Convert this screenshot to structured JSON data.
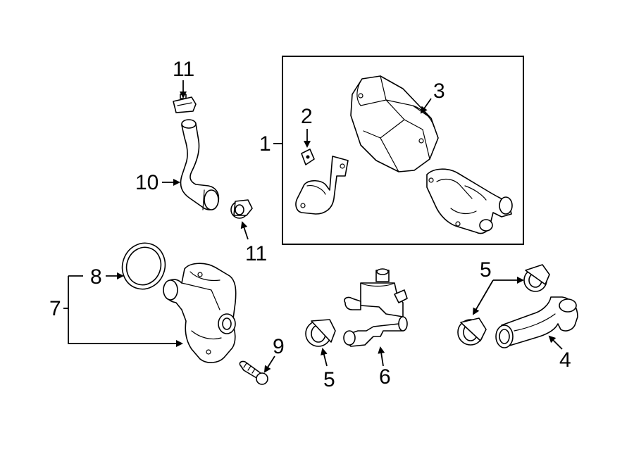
{
  "diagram": {
    "labels": {
      "l1": "1",
      "l2": "2",
      "l3": "3",
      "l4": "4",
      "l5a": "5",
      "l5b": "5",
      "l6": "6",
      "l7": "7",
      "l8": "8",
      "l9": "9",
      "l10": "10",
      "l11a": "11",
      "l11b": "11"
    },
    "parts": [
      "pump-assembly-box",
      "bracket",
      "insulator-sleeve",
      "auxiliary-water-pump",
      "outlet-hose",
      "hose-clamp",
      "control-valve",
      "thermostat-housing",
      "gasket",
      "bolt",
      "bypass-hose",
      "hose-clip"
    ],
    "colors": {
      "line": "#000000",
      "background": "#ffffff"
    }
  }
}
